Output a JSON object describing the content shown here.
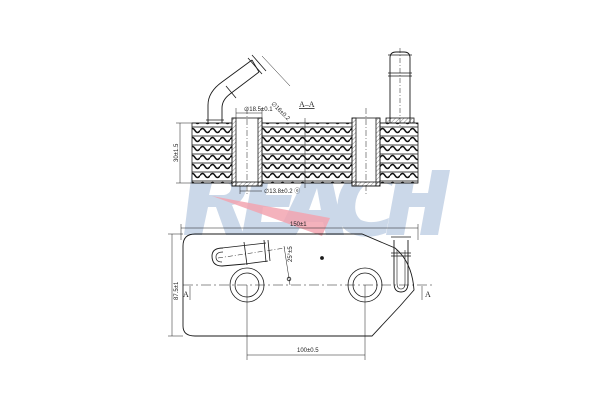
{
  "drawing": {
    "subject": "oil cooler technical drawing",
    "section_label": "A–A",
    "watermark": {
      "text": "REACH",
      "color": "#c5d3e6",
      "swoosh_color": "#f2a5b0"
    },
    "line_color": "#1a1a1a",
    "top_view": {
      "dimensions": {
        "pipe_diameter": "∅16±0.2",
        "bore_diameter": "∅18.5±0.1",
        "lower_bore": "∅13.8±0.2 ⓔ",
        "height": "30±1.5"
      }
    },
    "bottom_view": {
      "dimensions": {
        "overall_length": "150±1",
        "overall_width": "87.5±1",
        "port_spacing": "100±0.5",
        "angle_note": "25°±5"
      },
      "section_markers": [
        "A",
        "A"
      ]
    }
  }
}
